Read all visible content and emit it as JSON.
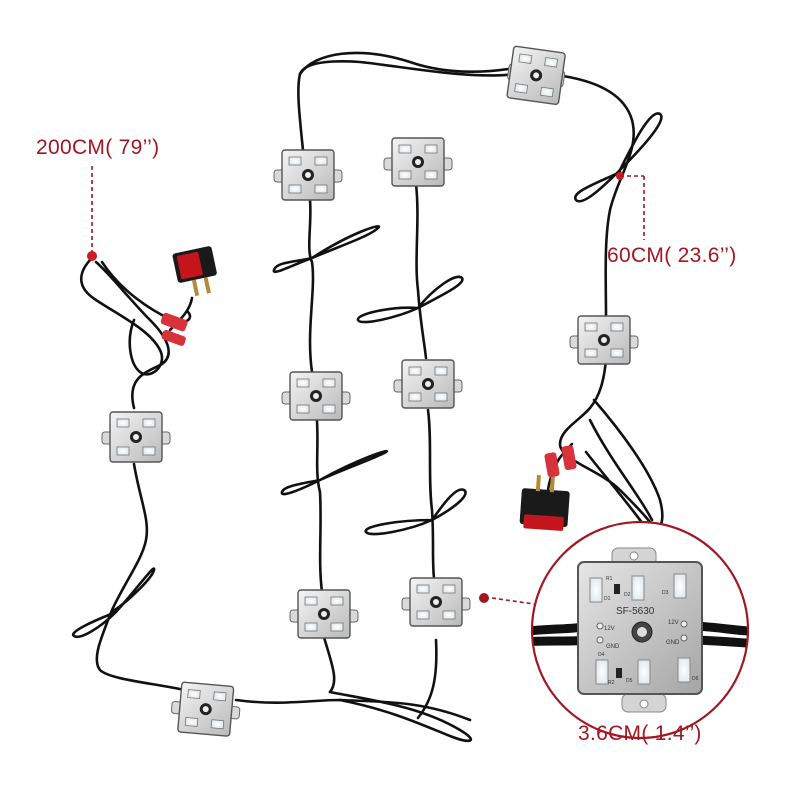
{
  "labels": {
    "total_length": "200CM( 79’’)",
    "spacing": "60CM( 23.6’’)",
    "module_size": "3.6CM( 1.4’’)"
  },
  "detail": {
    "model": "SF-5630",
    "voltage_left": "12V",
    "voltage_right": "12V",
    "ground_left": "GND",
    "ground_right": "GND",
    "r1": "R1",
    "r2": "R2",
    "d1": "D1",
    "d2": "D2",
    "d3": "D3",
    "d4": "D4",
    "d5": "D5",
    "d6": "D6"
  },
  "colors": {
    "accent": "#a01722",
    "wire": "#111111",
    "switch_rocker": "#c4141c",
    "terminal": "#d8333a"
  }
}
